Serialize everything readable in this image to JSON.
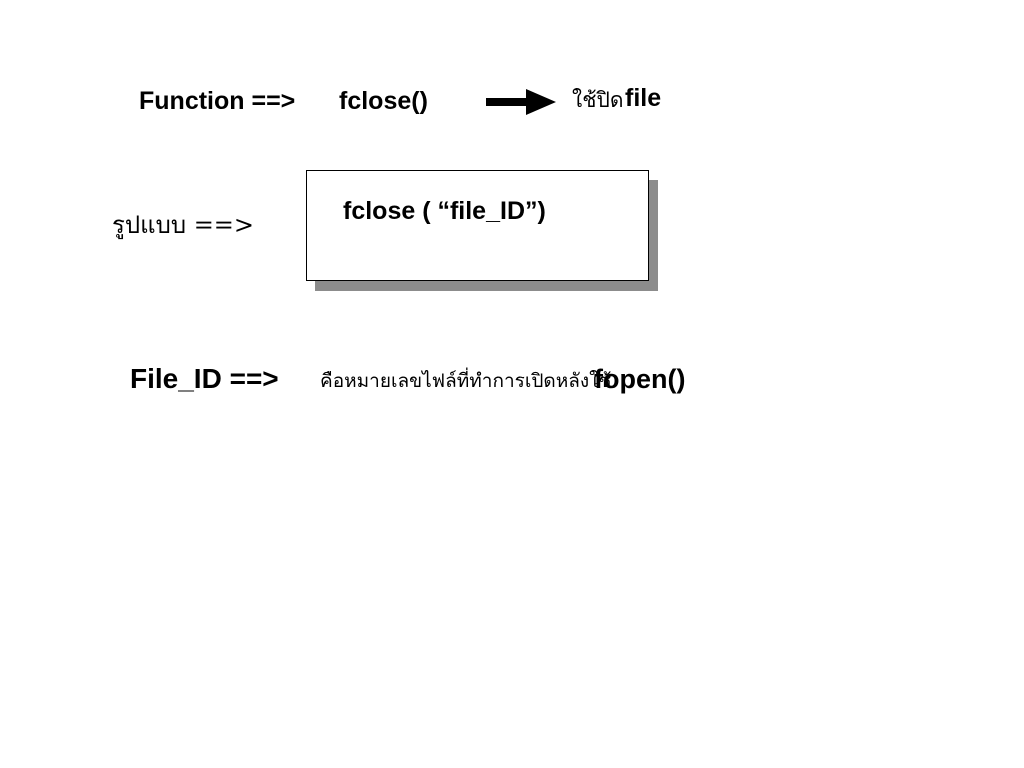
{
  "header_row": {
    "function_label": "Function ==>",
    "function_name": "fclose()",
    "arrow_icon": "right-arrow-icon",
    "purpose_thai": "ใช้ปิด",
    "purpose_word": "file"
  },
  "syntax_row": {
    "label": "รูปแบบ ==>",
    "code": "fclose ( “file_ID”)"
  },
  "fileid_row": {
    "term": "File_ID ==>",
    "description": "คือหมายเลขไฟล์ที่ทำการเปิดหลังใช้",
    "fopen": "fopen()"
  }
}
